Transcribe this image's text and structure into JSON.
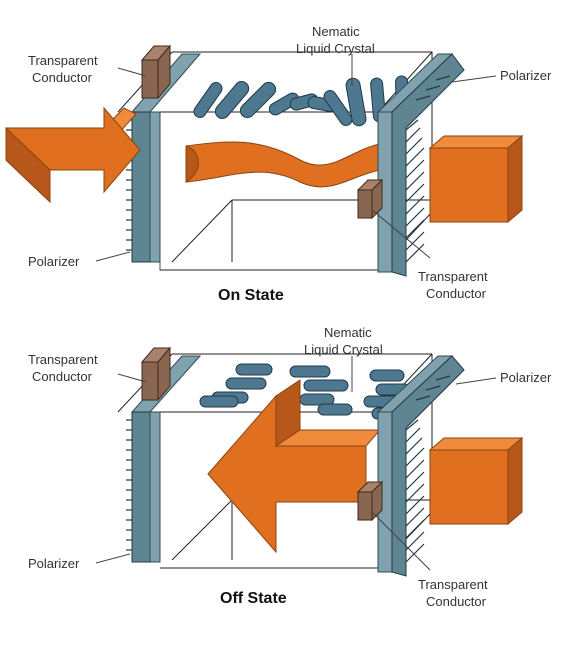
{
  "on_state": {
    "title": "On State",
    "label_conductor_top_1": "Transparent",
    "label_conductor_top_2": "Conductor",
    "label_crystal_1": "Nematic",
    "label_crystal_2": "Liquid Crystal",
    "label_polarizer_right": "Polarizer",
    "label_polarizer_left": "Polarizer",
    "label_conductor_bottom_1": "Transparent",
    "label_conductor_bottom_2": "Conductor"
  },
  "off_state": {
    "title": "Off State",
    "label_conductor_top_1": "Transparent",
    "label_conductor_top_2": "Conductor",
    "label_crystal_1": "Nematic",
    "label_crystal_2": "Liquid Crystal",
    "label_polarizer_right": "Polarizer",
    "label_polarizer_left": "Polarizer",
    "label_conductor_bottom_1": "Transparent",
    "label_conductor_bottom_2": "Conductor"
  },
  "colors": {
    "light_arrow": "#e0701f",
    "polarizer": "#5f8492",
    "conductor": "#8a6650",
    "crystal": "#4d7890"
  }
}
